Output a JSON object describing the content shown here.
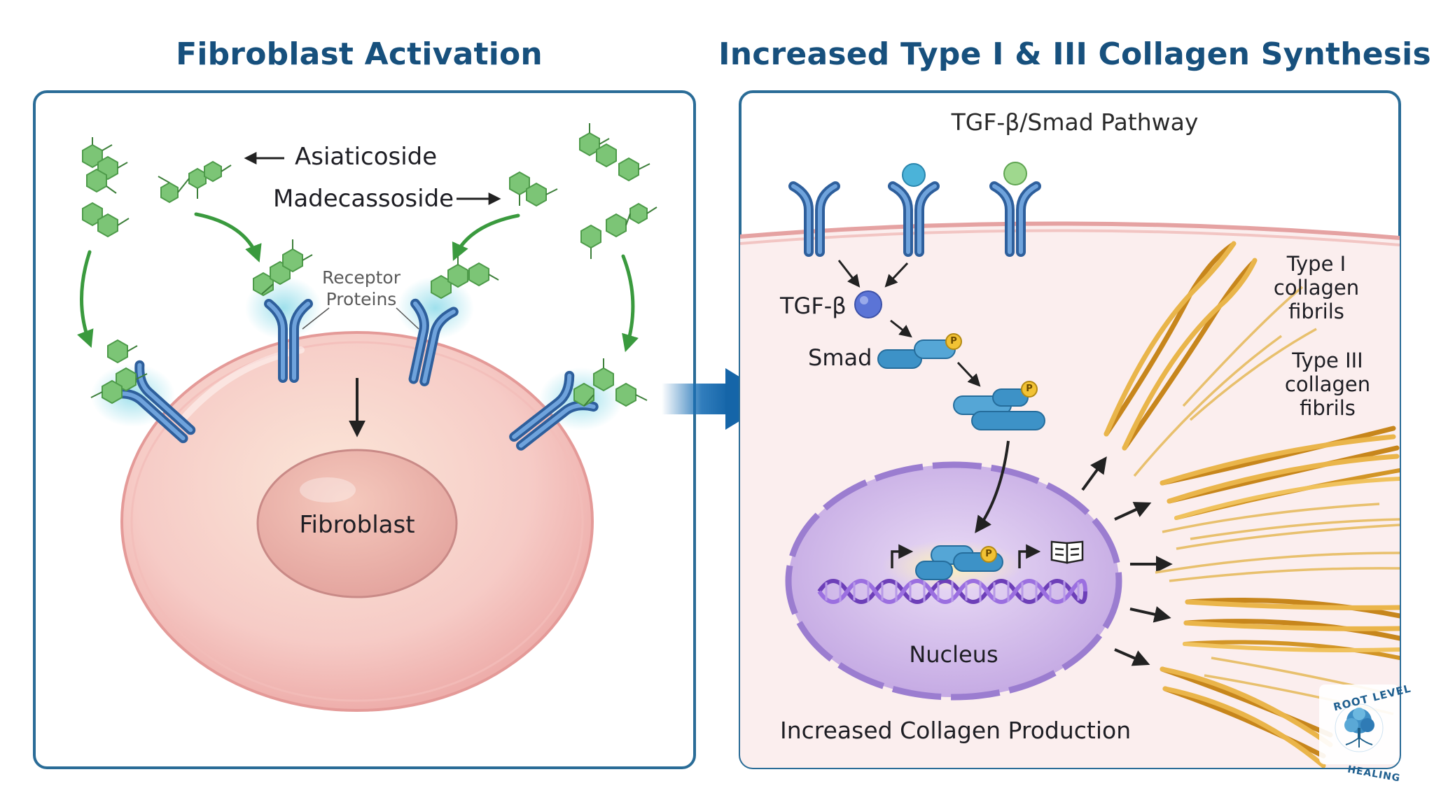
{
  "left_panel": {
    "title": "Fibroblast Activation",
    "labels": {
      "asiaticoside": "Asiaticoside",
      "madecassoside": "Madecassoside",
      "receptor_proteins": [
        "Receptor",
        "Proteins"
      ],
      "fibroblast": "Fibroblast"
    }
  },
  "right_panel": {
    "title": "Increased Type I & III Collagen Synthesis",
    "labels": {
      "pathway": "TGF-β/Smad Pathway",
      "tgf_beta": "TGF-β",
      "smad": "Smad",
      "phospho": "P",
      "nucleus": "Nucleus",
      "type_i": [
        "Type I",
        "collagen",
        "fibrils"
      ],
      "type_iii": [
        "Type III",
        "collagen",
        "fibrils"
      ],
      "production": "Increased Collagen Production"
    }
  },
  "logo": {
    "top_text": "ROOT LEVEL",
    "bottom_text": "HEALING"
  },
  "colors": {
    "title": "#17507d",
    "panel_border": "#2a6c97",
    "molecule_green": "#7cc576",
    "receptor_blue": "#4a7fc0",
    "cell_pink": "#f6c9c6",
    "nucleus_purple": "#c9b3e6",
    "smad_blue": "#3d92c7",
    "collagen_gold": "#e0a838",
    "flow_arrow": "#1a6fb5"
  }
}
